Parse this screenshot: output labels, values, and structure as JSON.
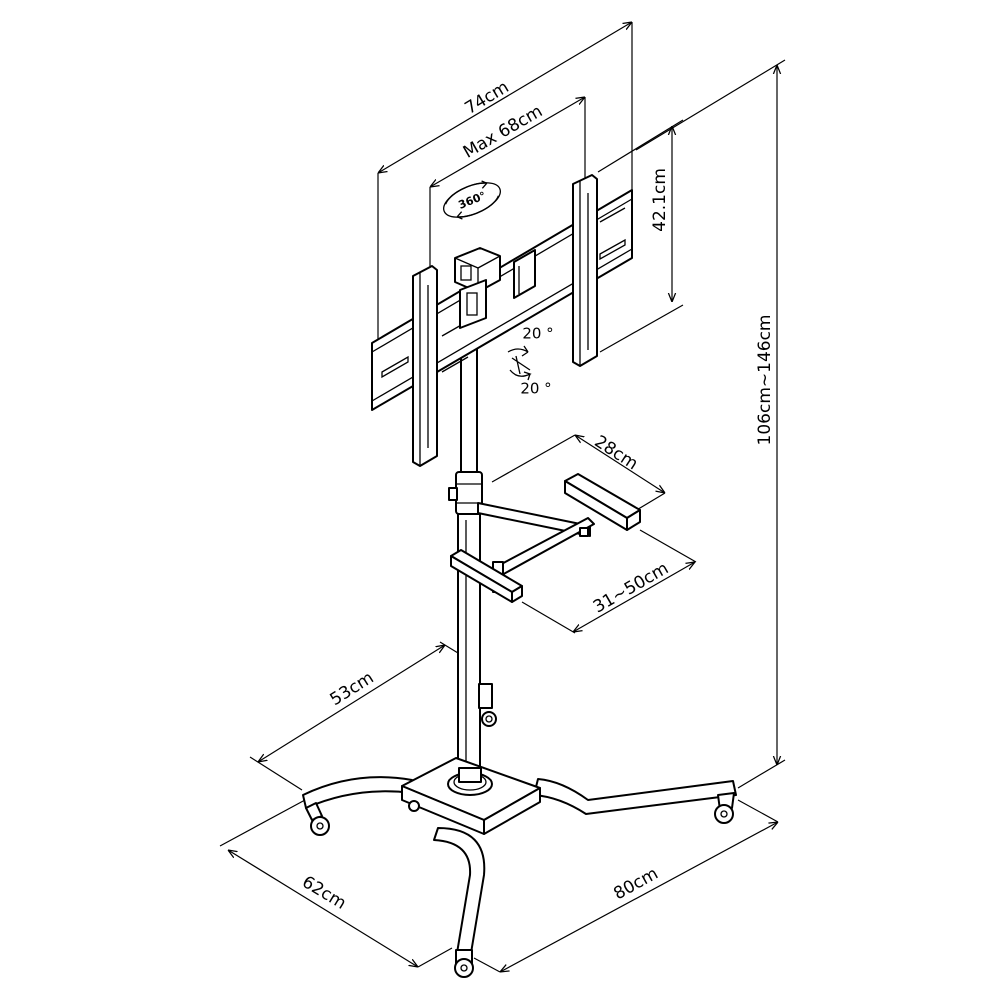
{
  "labels": {
    "width_total": "74cm",
    "width_max": "Max 68cm",
    "height_bracket": "42.1cm",
    "height_total": "106cm~146cm",
    "shelf_depth": "28cm",
    "shelf_height": "31~50cm",
    "leg_span": "53cm",
    "base_depth": "62cm",
    "base_width": "80cm",
    "tilt_up": "20 °",
    "tilt_down": "20 °",
    "rotation_badge": "360°"
  },
  "colors": {
    "line": "#000000",
    "background": "#ffffff"
  }
}
